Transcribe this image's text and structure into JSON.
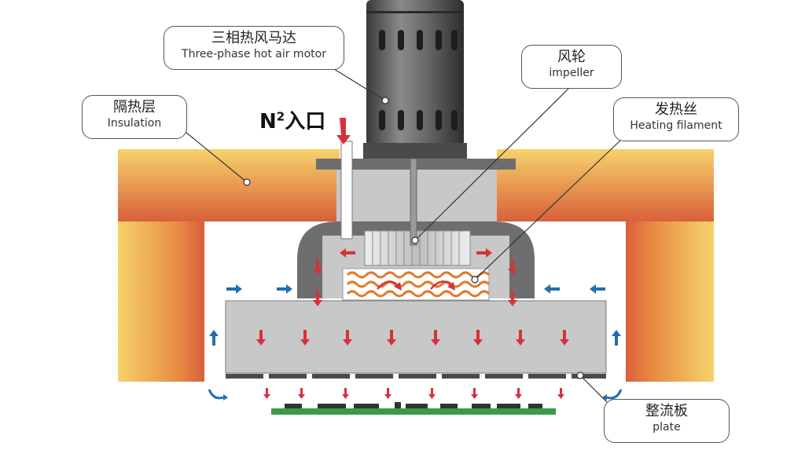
{
  "labels": {
    "motor": {
      "cn": "三相热风马达",
      "en": "Three-phase hot air motor"
    },
    "impeller": {
      "cn": "风轮",
      "en": "impeller"
    },
    "insulation": {
      "cn": "隔热层",
      "en": "Insulation"
    },
    "heating": {
      "cn": "发热丝",
      "en": "Heating filament"
    },
    "plate": {
      "cn": "整流板",
      "en": "plate"
    },
    "n2_base": "N",
    "n2_sup": "2",
    "n2_tail": "入口"
  },
  "colors": {
    "insulation_outer": "#f7d46a",
    "insulation_inner": "#d9603a",
    "chamber_gray": "#c8c8c8",
    "dark_gray": "#6e6e6e",
    "motor_dark": "#4a4a4a",
    "arrow_red": "#d6323a",
    "arrow_blue": "#1f6fb2",
    "pcb_green": "#3a9a4a",
    "filament": "#e07a2a"
  }
}
